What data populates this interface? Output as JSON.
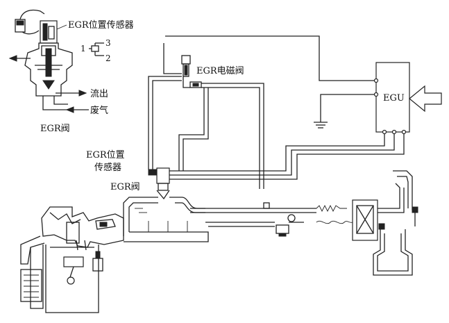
{
  "labels": {
    "egr_position_sensor_top": "EGR位置传感器",
    "pin_1": "1",
    "pin_2": "2",
    "pin_3": "3",
    "outflow": "流出",
    "exhaust_gas": "废气",
    "egr_valve_detail": "EGR阀",
    "egr_solenoid_valve": "EGR电磁阀",
    "egu": "EGU",
    "egr_position_sensor_main": "EGR位置\n传感器",
    "egr_position_sensor_main_line1": "EGR位置",
    "egr_position_sensor_main_line2": "传感器",
    "egr_valve_main": "EGR阀"
  },
  "icons": [
    "exhaust-arrow-icon",
    "input-arrow-icon",
    "ground-icon",
    "spring-icon",
    "air-filter-icon"
  ]
}
